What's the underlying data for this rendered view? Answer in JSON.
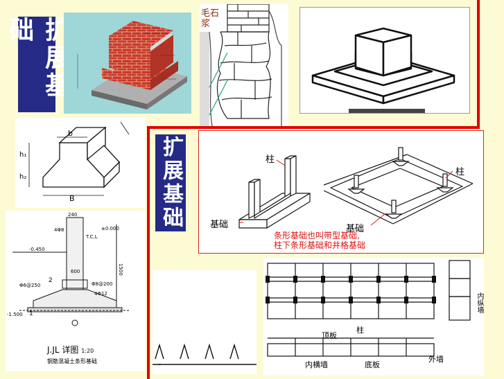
{
  "slide": {
    "title_top": "扩展基础",
    "title_middle": "扩展基础"
  },
  "stone_panel": {
    "label_line1": "毛石",
    "label_line2": "浆"
  },
  "strip_diagram": {
    "label_column_left": "柱",
    "label_column_right": "柱",
    "label_foundation_left": "基础",
    "label_foundation_right": "基础",
    "note_line1": "条形基础也叫带型基础,",
    "note_line2": "柱下条形基础和井格基础"
  },
  "trapezoid_section": {
    "dim_b": "B",
    "dim_b_top": "b",
    "dim_h1": "h₁",
    "dim_h2": "h₂"
  },
  "rc_detail": {
    "title": "J.JL 详图",
    "scale": "1:20",
    "caption": "钢筋混凝土条形基础",
    "elev_top": "±0.000",
    "elev_left": "-0.450",
    "elev_bottom": "-1.500",
    "dim_240": "240",
    "dim_600": "600",
    "dim_1500": "1500",
    "label_tcl": "T.C.L",
    "label_bar1": "4Φ8",
    "label_bar2": "Φ6@250",
    "label_bar3": "Φ8@200",
    "label_bar4": "4Φ12",
    "label_num1": "1",
    "label_num2": "2"
  },
  "raft_plan": {
    "label_top_slab": "顶板",
    "label_column": "柱",
    "label_inner_wall": "内横墙",
    "label_bottom_slab": "底板",
    "label_outer_wall": "外墙",
    "label_inner_long": "内纵墙"
  },
  "colors": {
    "title_bg": "#242a86",
    "slide_bg": "#fdfbd3",
    "red_frame": "#e00000",
    "note_text": "#dd1111"
  }
}
